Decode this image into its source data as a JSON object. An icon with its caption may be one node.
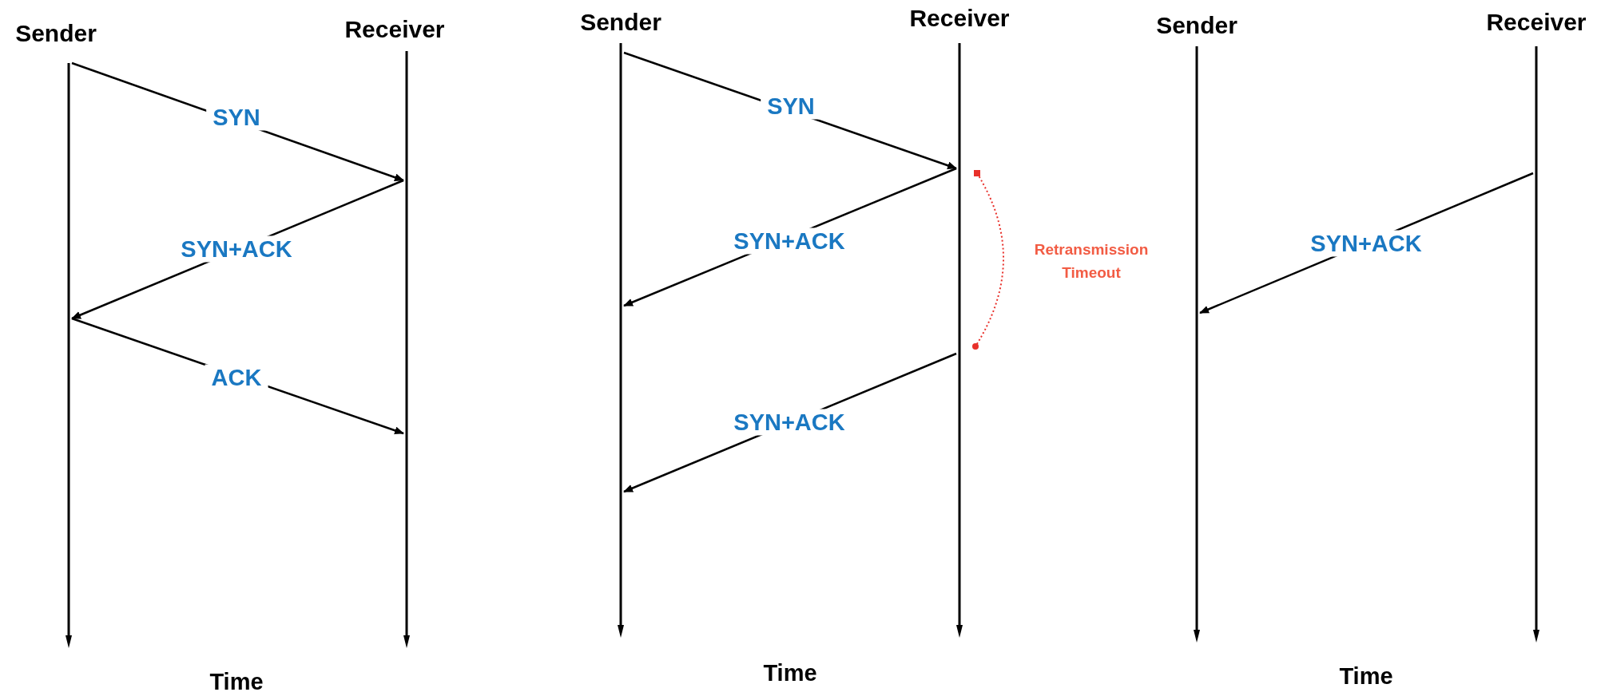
{
  "diagram": {
    "nodes": [
      {
        "text": [
          "Sender"
        ]
      },
      {
        "text": [
          "Receiver"
        ]
      },
      {
        "text": [
          "Sender"
        ]
      },
      {
        "text": [
          "Receiver"
        ]
      },
      {
        "text": [
          "Sender"
        ]
      },
      {
        "text": [
          "Receiver"
        ]
      }
    ],
    "edges": [
      {
        "from": 0,
        "to": 1,
        "arrow": "to",
        "label": "SYN"
      },
      {
        "from": 1,
        "to": 0,
        "arrow": "to",
        "label": "SYN+ACK"
      },
      {
        "from": 0,
        "to": 1,
        "arrow": "to",
        "label": "ACK"
      },
      {
        "from": 2,
        "to": 3,
        "arrow": "to",
        "label": "SYN"
      },
      {
        "from": 3,
        "to": 2,
        "arrow": "to",
        "label": "SYN+ACK"
      },
      {
        "from": 3,
        "to": 2,
        "arrow": "to",
        "label": "SYN+ACK"
      },
      {
        "from": 5,
        "to": 4,
        "arrow": "to",
        "label": "SYN+ACK"
      }
    ],
    "labels": [
      "Retransmission Timeout",
      "Time",
      "Time",
      "Time"
    ]
  }
}
